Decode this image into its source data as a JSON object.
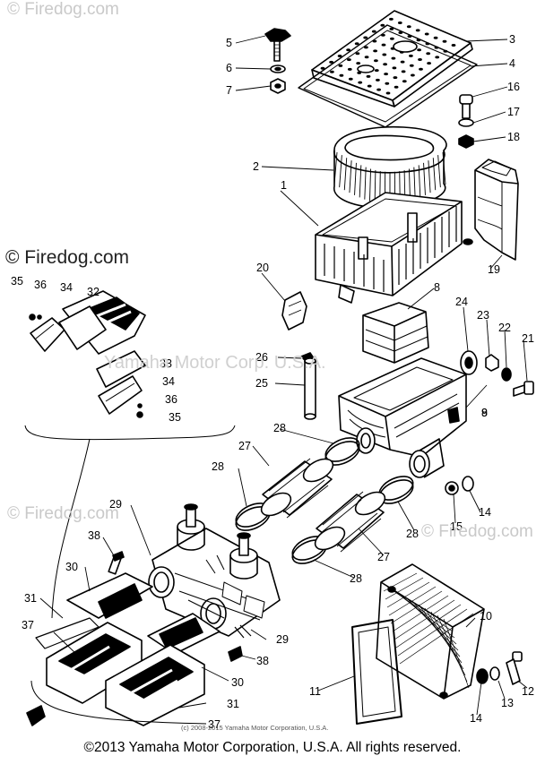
{
  "watermarks": {
    "top_left": "© Firedog.com",
    "mid_left": "© Firedog.com",
    "mid_left_lower": "© Firedog.com",
    "mid_right": "© Firedog.com",
    "center": "Yamaha Motor Corp. U.S.A."
  },
  "callouts": [
    "1",
    "2",
    "3",
    "4",
    "5",
    "6",
    "7",
    "8",
    "9",
    "10",
    "11",
    "12",
    "13",
    "14",
    "15",
    "16",
    "17",
    "18",
    "19",
    "20",
    "21",
    "22",
    "23",
    "24",
    "25",
    "26",
    "27",
    "28",
    "29",
    "30",
    "31",
    "32",
    "33",
    "34",
    "35",
    "36",
    "37",
    "38"
  ],
  "inner_copyright": "(c) 2008-2015 Yamaha Motor Corporation, U.S.A.",
  "footer": "©2013 Yamaha Motor Corporation, U.S.A. All rights reserved."
}
